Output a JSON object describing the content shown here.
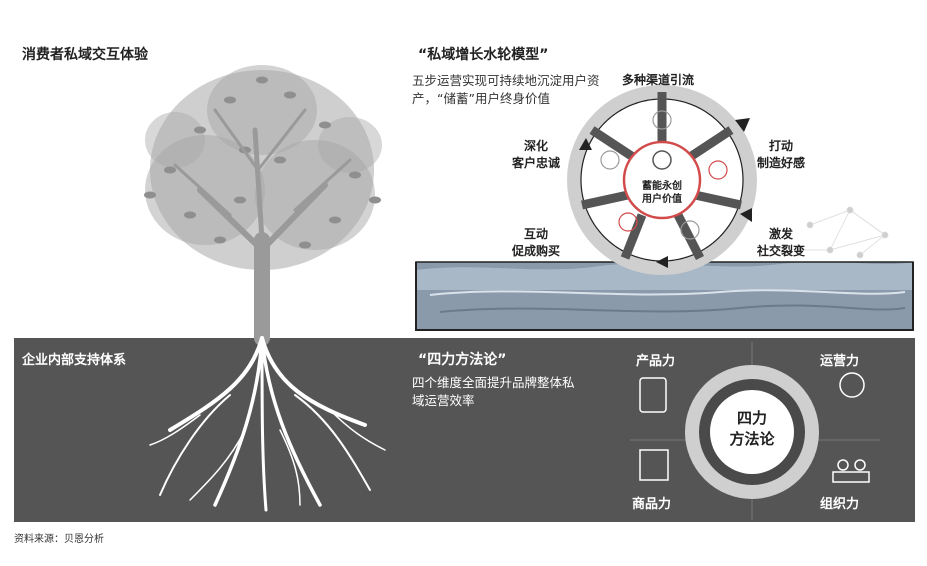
{
  "top": {
    "title": "消费者私域交互体验"
  },
  "wheel": {
    "title": "“私域增长水轮模型”",
    "desc": "五步运营实现可持续地沉淀用户资产，“储蓄”用户终身价值",
    "center_line1": "蓄能永创",
    "center_line2": "用户价值",
    "steps": [
      {
        "l1": "多种渠道引流",
        "l2": ""
      },
      {
        "l1": "打动",
        "l2": "制造好感"
      },
      {
        "l1": "激发",
        "l2": "社交裂变"
      },
      {
        "l1": "互动",
        "l2": "促成购买"
      },
      {
        "l1": "深化",
        "l2": "客户忠诚"
      }
    ]
  },
  "bottom": {
    "title": "企业内部支持体系",
    "four_title": "“四力方法论”",
    "four_desc": "四个维度全面提升品牌整体私域运营效率",
    "center_line1": "四力",
    "center_line2": "方法论",
    "dims": {
      "product": "产品力",
      "operation": "运营力",
      "goods": "商品力",
      "organization": "组织力"
    }
  },
  "source": "资料来源：贝恩分析",
  "colors": {
    "band": "#555555",
    "tree": "#a9a9a9",
    "wheel_arrow": "#222222",
    "water": "#7f93a6"
  }
}
